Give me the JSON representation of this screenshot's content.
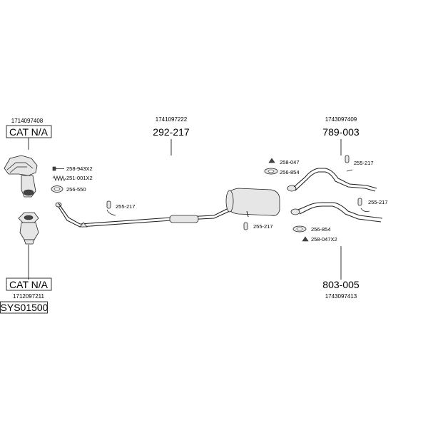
{
  "labels": {
    "cat_top_code": "1714097408",
    "cat_top_name": "CAT N/A",
    "cat_bottom_name": "CAT N/A",
    "cat_bottom_code": "1712097211",
    "system_code": "SYS01500",
    "mid_code": "1741097222",
    "mid_name": "292-217",
    "rt_code": "1743097409",
    "rt_name": "789-003",
    "rb_name": "803-005",
    "rb_code": "1743097413",
    "p_258_943": "258-943X2",
    "p_251_001": "251-001X2",
    "p_256_550": "256-550",
    "p_255_217_a": "255-217",
    "p_255_217_b": "255-217",
    "p_258_047": "258-047",
    "p_256_854_a": "256-854",
    "p_255_217_c": "255-217",
    "p_255_217_d": "255-217",
    "p_256_854_b": "256-854",
    "p_258_047x2": "258-047X2"
  }
}
